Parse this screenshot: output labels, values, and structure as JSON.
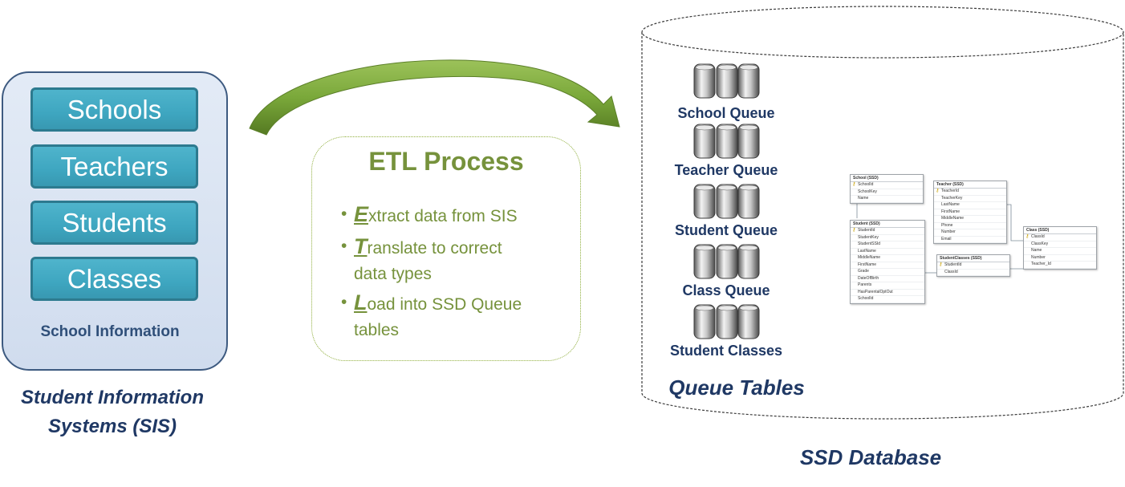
{
  "sis": {
    "items": [
      "Schools",
      "Teachers",
      "Students",
      "Classes"
    ],
    "caption": "School Information",
    "title_line1": "Student Information",
    "title_line2": "Systems (SIS)"
  },
  "etl": {
    "title": "ETL Process",
    "items": [
      {
        "letter": "E",
        "rest_line1": "xtract data from SIS",
        "rest_line2": ""
      },
      {
        "letter": "T",
        "rest_line1": "ranslate to correct",
        "rest_line2": "data types"
      },
      {
        "letter": "L",
        "rest_line1": "oad into SSD Queue",
        "rest_line2": "tables"
      }
    ]
  },
  "queues": [
    "School Queue",
    "Teacher Queue",
    "Student Queue",
    "Class Queue",
    "Student Classes"
  ],
  "queue_tables_title": "Queue Tables",
  "ssd_title": "SSD Database",
  "er_diagram": {
    "school": {
      "name": "School (SSD)",
      "columns": [
        "SchoolId",
        "SchoolKey",
        "Name"
      ]
    },
    "teacher": {
      "name": "Teacher (SSD)",
      "columns": [
        "TeacherId",
        "TeacherKey",
        "LastName",
        "FirstName",
        "MiddleName",
        "Phone",
        "Number",
        "Email"
      ]
    },
    "student": {
      "name": "Student (SSD)",
      "columns": [
        "StudentId",
        "StudentKey",
        "StudentSSId",
        "LastName",
        "MiddleName",
        "FirstName",
        "Grade",
        "DateOfBirth",
        "Parents",
        "HasParentalOptOut",
        "SchoolId"
      ]
    },
    "studentclasses": {
      "name": "StudentClasses (SSD)",
      "columns": [
        "StudentId",
        "ClassId"
      ]
    },
    "class": {
      "name": "Class (SSD)",
      "columns": [
        "ClassId",
        "ClassKey",
        "Name",
        "Number",
        "Teacher_Id"
      ]
    }
  },
  "colors": {
    "sis_blue": "#3ea6c0",
    "etl_green": "#76923c",
    "arrow_green": "#7aa83a",
    "title_navy": "#1f3864"
  }
}
